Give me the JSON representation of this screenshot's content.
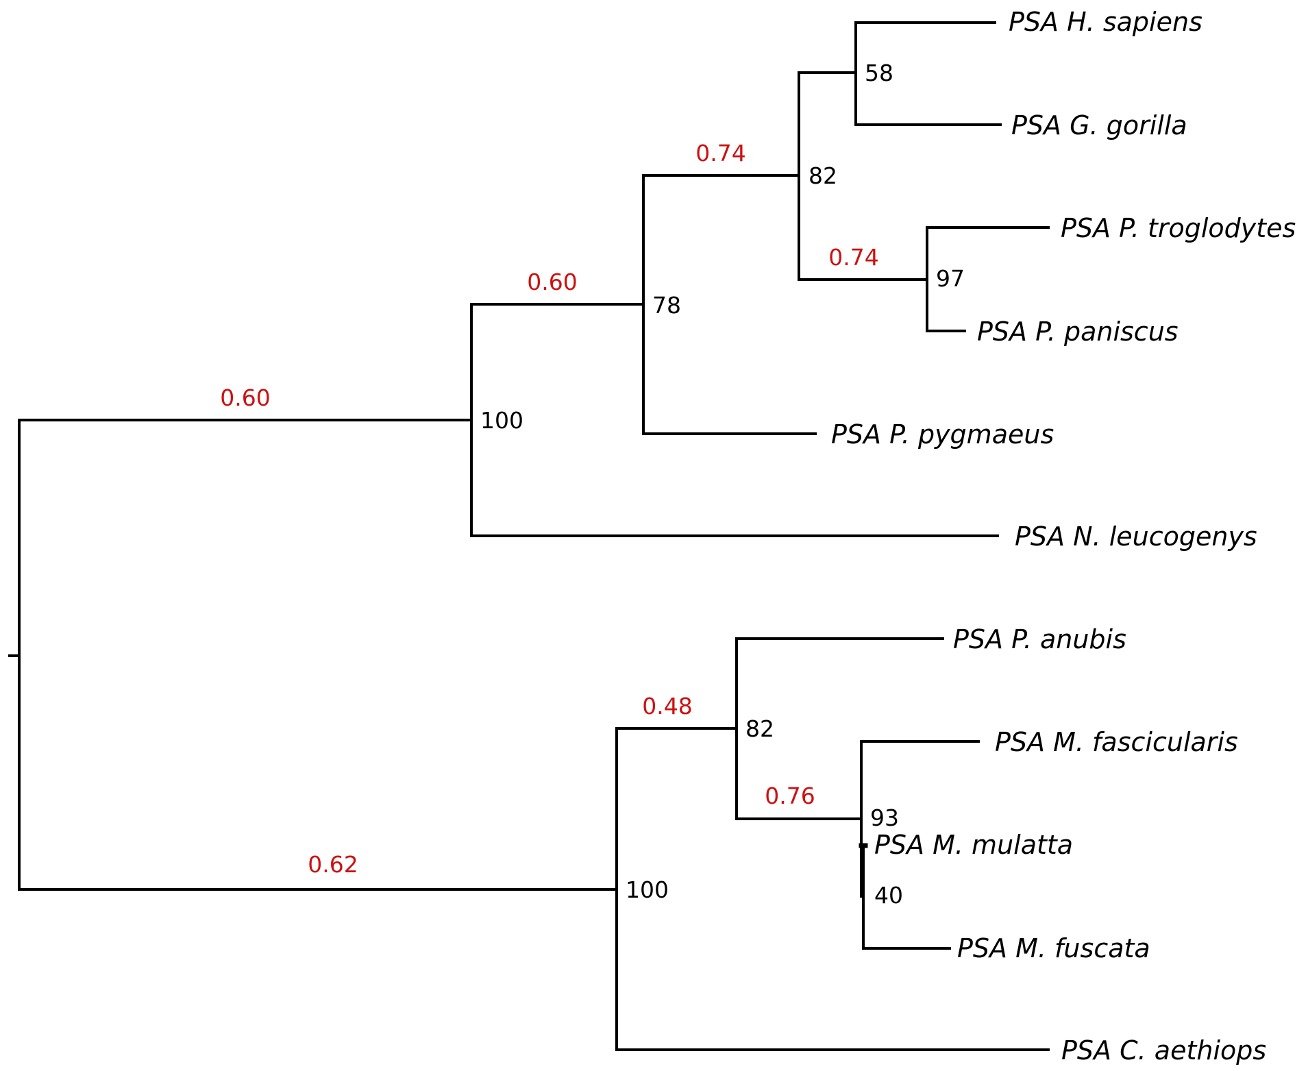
{
  "colors": {
    "branch": "#000000",
    "posterior_label": "#cc1111"
  },
  "taxa": [
    "PSA H. sapiens",
    "PSA G. gorilla",
    "PSA P. troglodytes",
    "PSA P. paniscus",
    "PSA P. pygmaeus",
    "PSA N. leucogenys",
    "PSA P. anubis",
    "PSA M. fascicularis",
    "PSA M. mulatta",
    "PSA M. fuscata",
    "PSA C. aethiops"
  ],
  "bootstrap": [
    "58",
    "82",
    "97",
    "78",
    "100",
    "82",
    "93",
    "40",
    "100"
  ],
  "posterior": [
    "0.74",
    "0.74",
    "0.60",
    "0.60",
    "0.48",
    "0.76",
    "0.62"
  ]
}
